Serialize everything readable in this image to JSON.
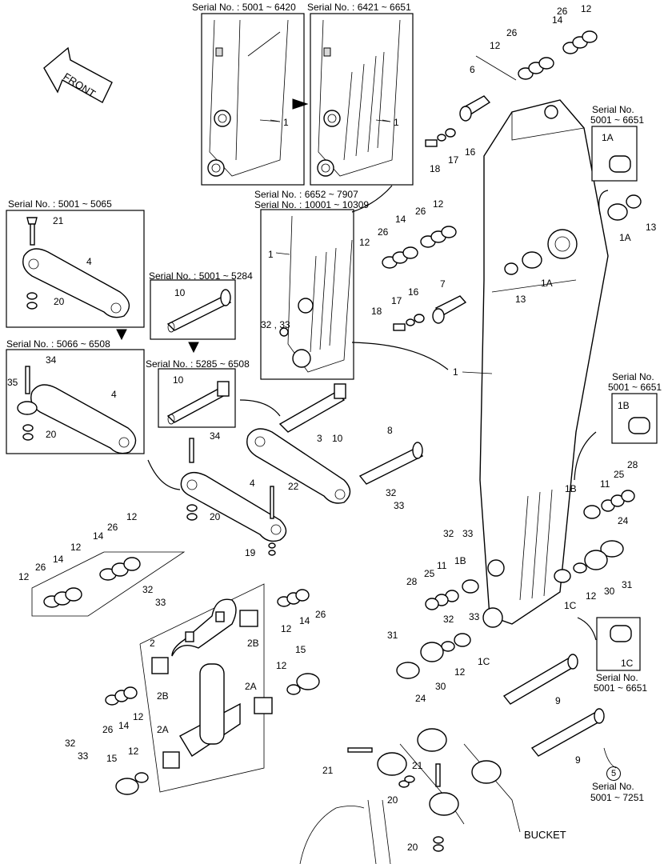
{
  "front_arrow": "FRONT",
  "bucket_label": "BUCKET",
  "serials": {
    "s5001_6420": "Serial No. : 5001 ~ 6420",
    "s6421_6651": "Serial No. : 6421 ~ 6651",
    "s6652_7907": "Serial No. : 6652 ~ 7907",
    "s10001_10309": "Serial No. : 10001 ~ 10309",
    "s5001_5065": "Serial No. : 5001 ~ 5065",
    "s5066_6508": "Serial No. : 5066 ~ 6508",
    "s5001_5284": "Serial No. : 5001 ~ 5284",
    "s5285_6508": "Serial No. : 5285 ~ 6508",
    "serial_no": "Serial No.",
    "r5001_6651": "5001 ~ 6651",
    "r5001_7251": "5001 ~ 7251"
  },
  "callout_circle": "5",
  "parts": {
    "p1": "1",
    "p1A": "1A",
    "p1B": "1B",
    "p1C": "1C",
    "p2": "2",
    "p2A": "2A",
    "p2B": "2B",
    "p3": "3",
    "p4": "4",
    "p6": "6",
    "p7": "7",
    "p8": "8",
    "p9": "9",
    "p10": "10",
    "p11": "11",
    "p12": "12",
    "p13": "13",
    "p14": "14",
    "p15": "15",
    "p16": "16",
    "p17": "17",
    "p18": "18",
    "p19": "19",
    "p20": "20",
    "p21": "21",
    "p22": "22",
    "p24": "24",
    "p25": "25",
    "p26": "26",
    "p28": "28",
    "p30": "30",
    "p31": "31",
    "p32": "32",
    "p33": "33",
    "p34": "34",
    "p35": "35",
    "p32_33": "32 , 33"
  }
}
